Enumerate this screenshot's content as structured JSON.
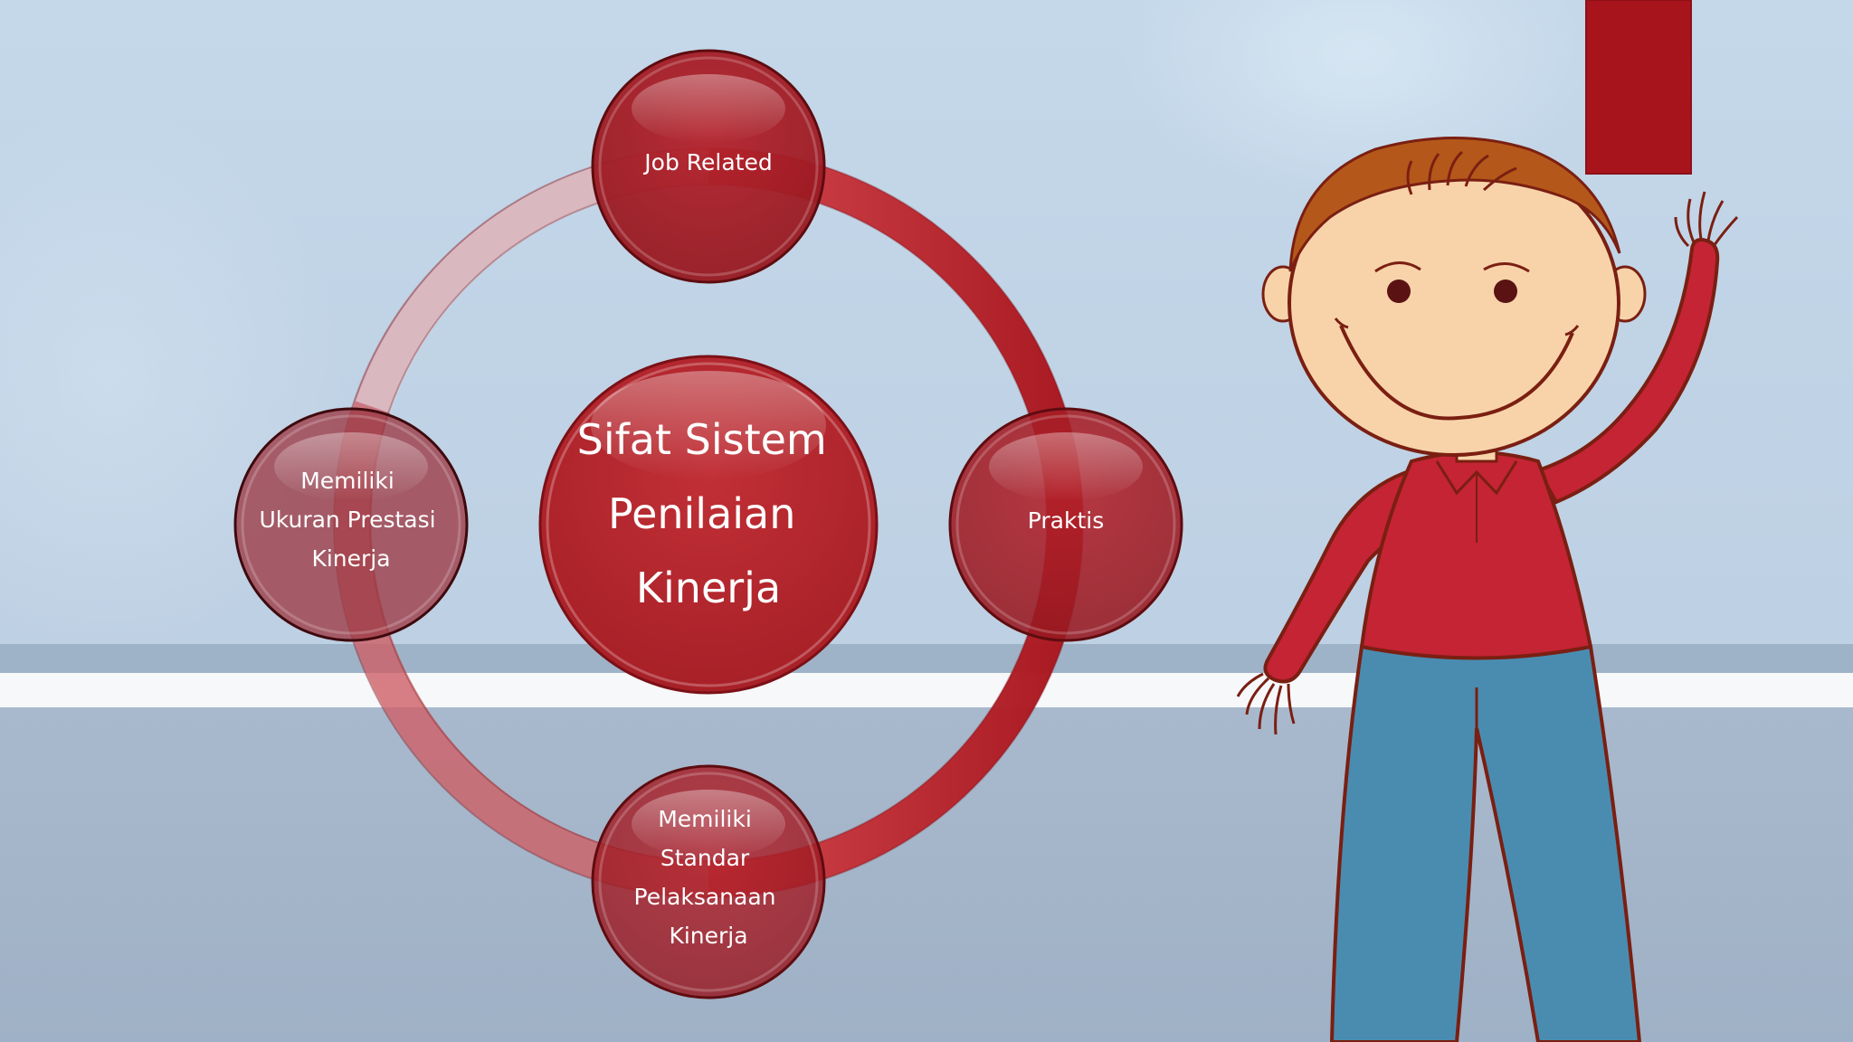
{
  "diagram": {
    "center": {
      "lines": [
        "Sifat Sistem",
        "Penilaian",
        "Kinerja"
      ]
    },
    "nodes": [
      {
        "id": "top",
        "lines": [
          "Job Related"
        ]
      },
      {
        "id": "right",
        "lines": [
          "Praktis"
        ]
      },
      {
        "id": "bottom",
        "lines": [
          "Memiliki",
          "Standar",
          "Pelaksanaan",
          "Kinerja"
        ]
      },
      {
        "id": "left",
        "lines": [
          "Memiliki",
          "Ukuran Prestasi",
          "Kinerja"
        ]
      }
    ]
  },
  "colors": {
    "accent_red": "#a8141c",
    "node_red": "#a61d24",
    "wall_blue": "#c6d8e8",
    "floor_blue": "#a4b5ca",
    "stripe_white": "#f6f8fa",
    "shirt_red": "#c42434",
    "pants_blue": "#4a8cb0",
    "skin": "#f8d3aa",
    "hair": "#b4571a"
  },
  "illustration": {
    "name": "waving cartoon boy"
  }
}
